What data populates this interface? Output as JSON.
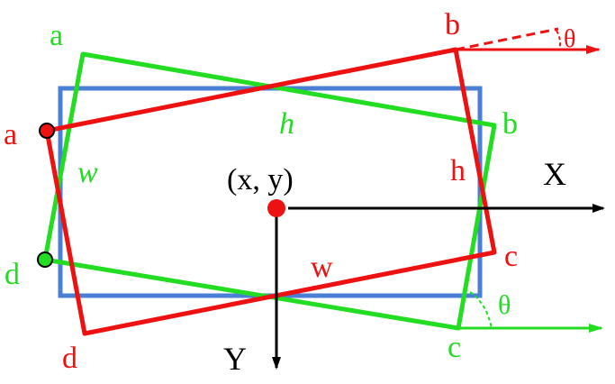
{
  "colors": {
    "blue": "#4a7fd6",
    "green": "#22dd22",
    "red": "#ee1111",
    "black": "#000000"
  },
  "labels": {
    "center": "(x, y)",
    "x_axis": "X",
    "y_axis": "Y",
    "theta_top": "θ",
    "theta_bottom": "θ",
    "red_a": "a",
    "red_b": "b",
    "red_c": "c",
    "red_d": "d",
    "red_h": "h",
    "red_w": "w",
    "green_a": "a",
    "green_b": "b",
    "green_c": "c",
    "green_d": "d",
    "green_h": "h",
    "green_w": "w"
  }
}
